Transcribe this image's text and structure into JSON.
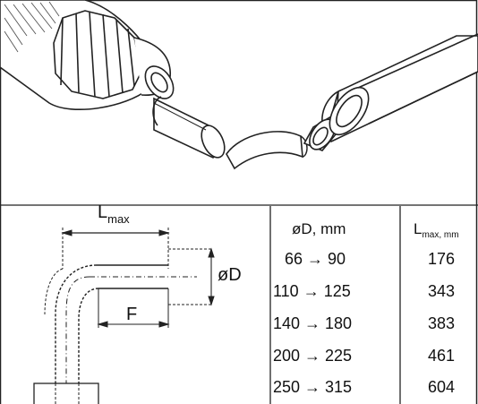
{
  "drawing": {
    "lmax_label": {
      "main": "L",
      "sub": "max"
    },
    "od_label": "øD",
    "f_label": "F"
  },
  "table": {
    "headers": {
      "diameter": "øD, mm",
      "lmax": {
        "main": "L",
        "sub": "max, mm"
      }
    },
    "rows": [
      {
        "range": "66 → 90",
        "lmax": "176"
      },
      {
        "range": "110 → 125",
        "lmax": "343"
      },
      {
        "range": "140 → 180",
        "lmax": "383"
      },
      {
        "range": "200 → 225",
        "lmax": "461"
      },
      {
        "range": "250 → 315",
        "lmax": "604"
      }
    ]
  }
}
